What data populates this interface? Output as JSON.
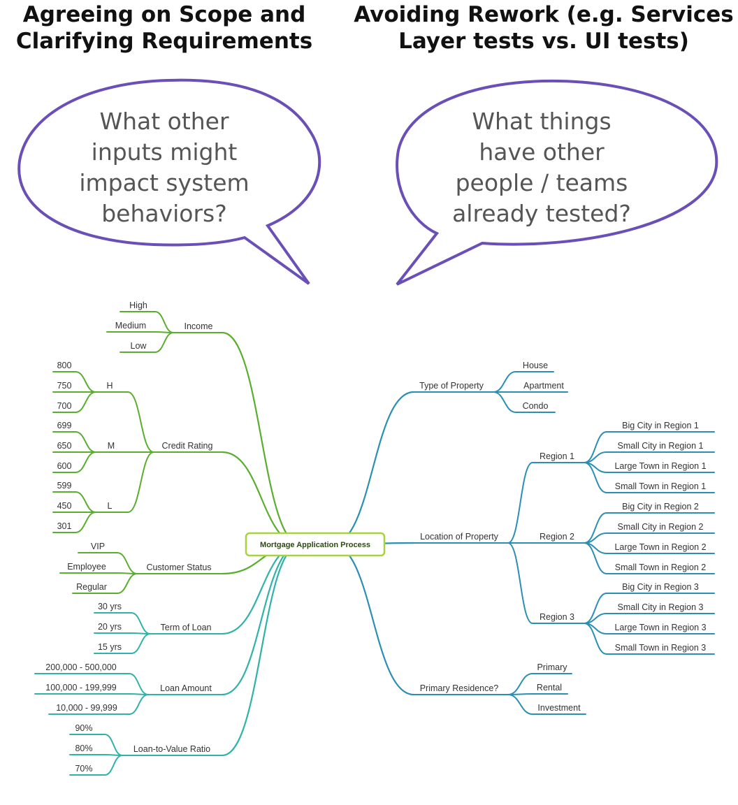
{
  "headings": {
    "left": "Agreeing on Scope and\nClarifying Requirements",
    "right": "Avoiding Rework (e.g. Services\nLayer tests vs. UI tests)"
  },
  "bubbles": {
    "left": "What other\ninputs might\nimpact system\nbehaviors?",
    "right": "What things\nhave other\npeople / teams\nalready tested?"
  },
  "colors": {
    "bubble_outline": "#6a4fb8",
    "green_branch": "#5aae2e",
    "teal_branch": "#2fb3a7",
    "blue_branch": "#2a8fb3",
    "root_border": "#a7d33b"
  },
  "mindmap": {
    "root": "Mortgage Application Process",
    "left_branches": [
      {
        "label": "Income",
        "color": "green",
        "children": [
          {
            "label": "High"
          },
          {
            "label": "Medium"
          },
          {
            "label": "Low"
          }
        ]
      },
      {
        "label": "Credit Rating",
        "color": "green",
        "children": [
          {
            "label": "H",
            "children": [
              {
                "label": "800"
              },
              {
                "label": "750"
              },
              {
                "label": "700"
              }
            ]
          },
          {
            "label": "M",
            "children": [
              {
                "label": "699"
              },
              {
                "label": "650"
              },
              {
                "label": "600"
              }
            ]
          },
          {
            "label": "L",
            "children": [
              {
                "label": "599"
              },
              {
                "label": "450"
              },
              {
                "label": "301"
              }
            ]
          }
        ]
      },
      {
        "label": "Customer Status",
        "color": "green",
        "children": [
          {
            "label": "VIP"
          },
          {
            "label": "Employee"
          },
          {
            "label": "Regular"
          }
        ]
      },
      {
        "label": "Term of Loan",
        "color": "teal",
        "children": [
          {
            "label": "30 yrs"
          },
          {
            "label": "20 yrs"
          },
          {
            "label": "15 yrs"
          }
        ]
      },
      {
        "label": "Loan Amount",
        "color": "teal",
        "children": [
          {
            "label": "200,000 - 500,000"
          },
          {
            "label": "100,000 - 199,999"
          },
          {
            "label": "10,000 - 99,999"
          }
        ]
      },
      {
        "label": "Loan-to-Value Ratio",
        "color": "teal",
        "children": [
          {
            "label": "90%"
          },
          {
            "label": "80%"
          },
          {
            "label": "70%"
          }
        ]
      }
    ],
    "right_branches": [
      {
        "label": "Type of Property",
        "color": "blue",
        "children": [
          {
            "label": "House"
          },
          {
            "label": "Apartment"
          },
          {
            "label": "Condo"
          }
        ]
      },
      {
        "label": "Location of Property",
        "color": "blue",
        "children": [
          {
            "label": "Region 1",
            "children": [
              {
                "label": "Big City in Region 1"
              },
              {
                "label": "Small City in Region 1"
              },
              {
                "label": "Large Town in Region 1"
              },
              {
                "label": "Small Town in Region 1"
              }
            ]
          },
          {
            "label": "Region 2",
            "children": [
              {
                "label": "Big City in Region 2"
              },
              {
                "label": "Small City in Region 2"
              },
              {
                "label": "Large Town in Region 2"
              },
              {
                "label": "Small Town in Region 2"
              }
            ]
          },
          {
            "label": "Region 3",
            "children": [
              {
                "label": "Big City in Region 3"
              },
              {
                "label": "Small City in Region 3"
              },
              {
                "label": "Large Town in Region 3"
              },
              {
                "label": "Small Town in Region 3"
              }
            ]
          }
        ]
      },
      {
        "label": "Primary Residence?",
        "color": "blue",
        "children": [
          {
            "label": "Primary"
          },
          {
            "label": "Rental"
          },
          {
            "label": "Investment"
          }
        ]
      }
    ]
  }
}
